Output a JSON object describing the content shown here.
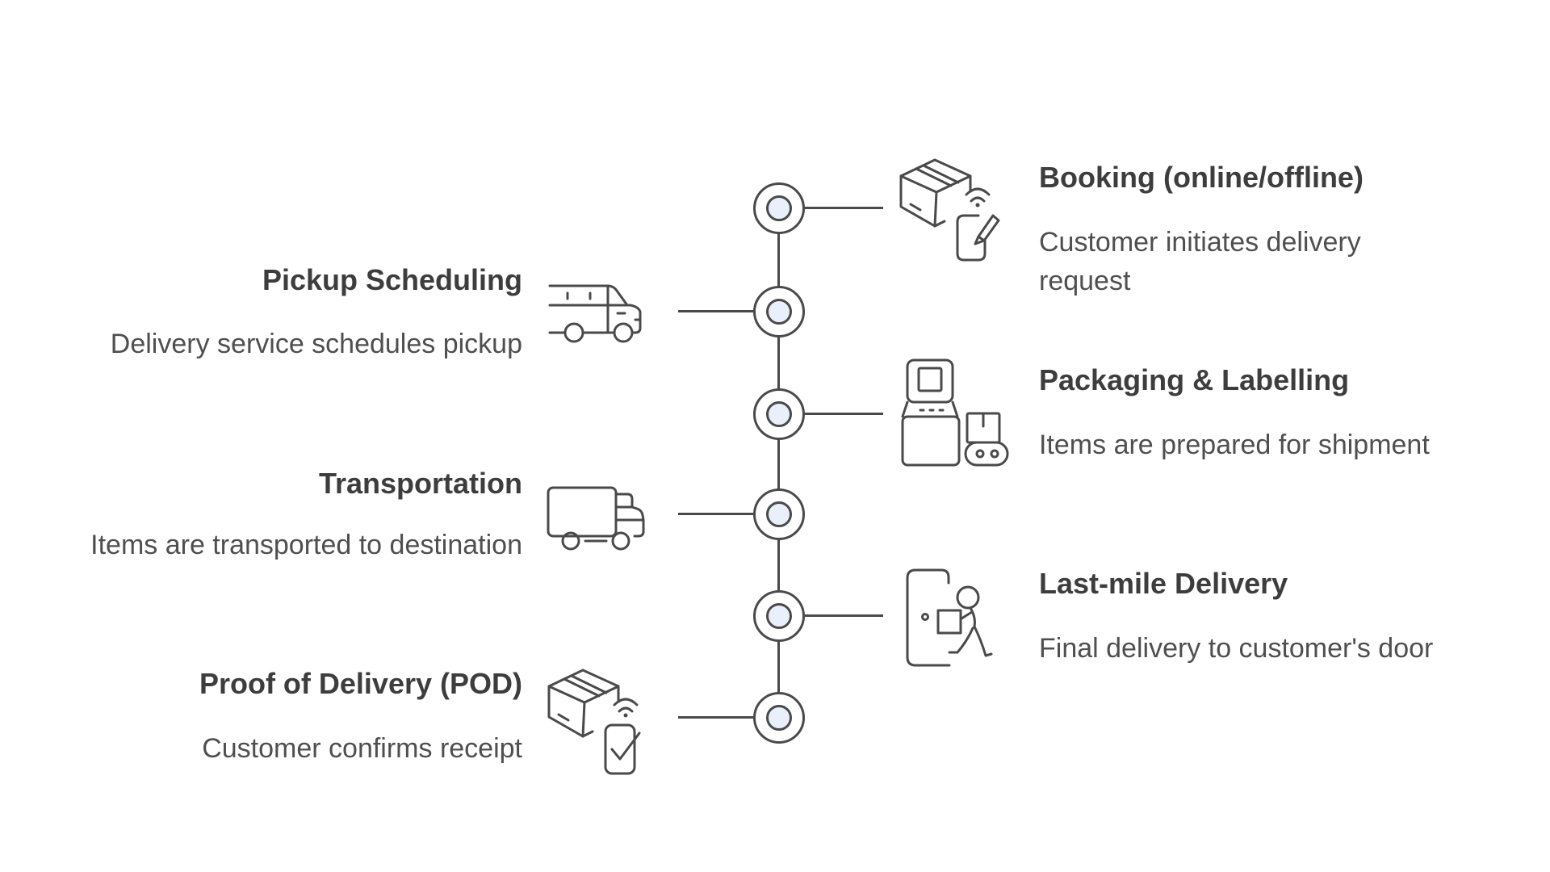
{
  "diagram": {
    "type": "vertical-timeline",
    "colors": {
      "background": "#ffffff",
      "line": "#4a4a4a",
      "node_fill": "#e9effb",
      "node_stroke": "#4a4a4a",
      "title_text": "#3d3d3d",
      "description_text": "#4f4f4f"
    },
    "steps": [
      {
        "order": 1,
        "side": "right",
        "icon": "box-signal-phone-edit-icon",
        "title": "Booking (online/offline)",
        "description": "Customer initiates delivery request"
      },
      {
        "order": 2,
        "side": "left",
        "icon": "delivery-van-icon",
        "title": "Pickup Scheduling",
        "description": "Delivery service schedules pickup"
      },
      {
        "order": 3,
        "side": "right",
        "icon": "packaging-machine-icon",
        "title": "Packaging & Labelling",
        "description": "Items are prepared for shipment"
      },
      {
        "order": 4,
        "side": "left",
        "icon": "cargo-truck-icon",
        "title": "Transportation",
        "description": "Items are transported to destination"
      },
      {
        "order": 5,
        "side": "right",
        "icon": "door-courier-icon",
        "title": "Last-mile Delivery",
        "description": "Final delivery to customer's door"
      },
      {
        "order": 6,
        "side": "left",
        "icon": "box-signal-phone-check-icon",
        "title": "Proof of Delivery (POD)",
        "description": "Customer confirms receipt"
      }
    ]
  }
}
